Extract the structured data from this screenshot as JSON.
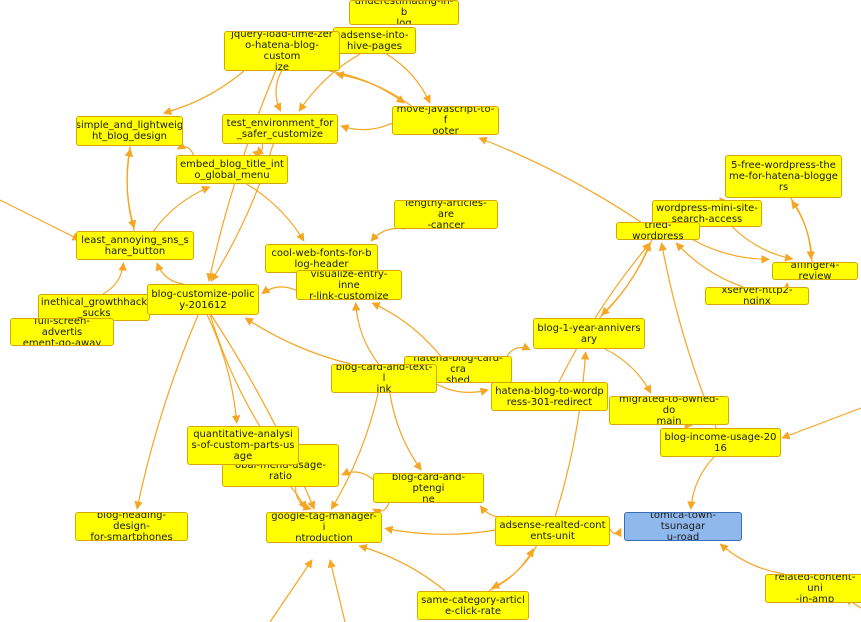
{
  "graph": {
    "current_node": "tomica",
    "colors": {
      "node_fill": "#ffff00",
      "node_border": "#d4a800",
      "current_fill": "#8fb8ec",
      "current_border": "#3a6fb5",
      "edge": "#f5a623"
    },
    "nodes": [
      {
        "id": "underestimating",
        "label": "underestimating-in-b\nlog"
      },
      {
        "id": "adsense-archive",
        "label": "adsense-into-\nhive-pages"
      },
      {
        "id": "jquery",
        "label": "jquery-load-time-zer\no-hatena-blog-custom\nize"
      },
      {
        "id": "move-js",
        "label": "move-javascript-to-f\nooter"
      },
      {
        "id": "simple",
        "label": "simple_and_lightweig\nht_blog_design"
      },
      {
        "id": "test-env",
        "label": "test_environment_for\n_safer_customize"
      },
      {
        "id": "embed-title",
        "label": "embed_blog_title_int\no_global_menu"
      },
      {
        "id": "5free",
        "label": "5-free-wordpress-the\nme-for-hatena-blogge\nrs"
      },
      {
        "id": "lengthy",
        "label": "lengthy-articles-are\n-cancer"
      },
      {
        "id": "wp-mini",
        "label": "wordpress-mini-site-\nsearch-access"
      },
      {
        "id": "tried-wp",
        "label": "tried-wordpress"
      },
      {
        "id": "least-sns",
        "label": "least_annoying_sns_s\nhare_button"
      },
      {
        "id": "cool-fonts",
        "label": "cool-web-fonts-for-b\nlog-header"
      },
      {
        "id": "affinger",
        "label": "affinger4-review"
      },
      {
        "id": "visualize",
        "label": "visualize-entry-inne\nr-link-customize"
      },
      {
        "id": "xserver",
        "label": "xserver-http2-nginx"
      },
      {
        "id": "inethical",
        "label": "inethical_growthhack\n_sucks"
      },
      {
        "id": "customize-policy",
        "label": "blog-customize-polic\ny-201612"
      },
      {
        "id": "full-screen",
        "label": "full-screen-advertis\nement-go-away"
      },
      {
        "id": "anniversary",
        "label": "blog-1-year-annivers\nary"
      },
      {
        "id": "card-crashed",
        "label": "hatena-blog-card-cra\nshed"
      },
      {
        "id": "card-text",
        "label": "blog-card-and-text-l\nink"
      },
      {
        "id": "redirect",
        "label": "hatena-blog-to-wordp\nress-301-redirect"
      },
      {
        "id": "migrated",
        "label": "migrated-to-owned-do\nmain"
      },
      {
        "id": "sticky",
        "label": "cky-gl\nobal-menu-usage-ratio"
      },
      {
        "id": "quantitative",
        "label": "quantitative-analysi\ns-of-custom-parts-us\nage"
      },
      {
        "id": "income",
        "label": "blog-income-usage-20\n16"
      },
      {
        "id": "ptengine",
        "label": "blog-card-and-ptengi\nne"
      },
      {
        "id": "heading",
        "label": "blog-heading-design-\nfor-smartphones"
      },
      {
        "id": "gtm",
        "label": "google-tag-manager-i\nntroduction"
      },
      {
        "id": "adsense-related",
        "label": "adsense-realted-cont\nents-unit"
      },
      {
        "id": "tomica",
        "label": "tomica-town-tsunagar\nu-road"
      },
      {
        "id": "related-unit",
        "label": "related-content-uni\n-in-amp"
      },
      {
        "id": "same-category",
        "label": "same-category-articl\ne-click-rate"
      }
    ]
  }
}
